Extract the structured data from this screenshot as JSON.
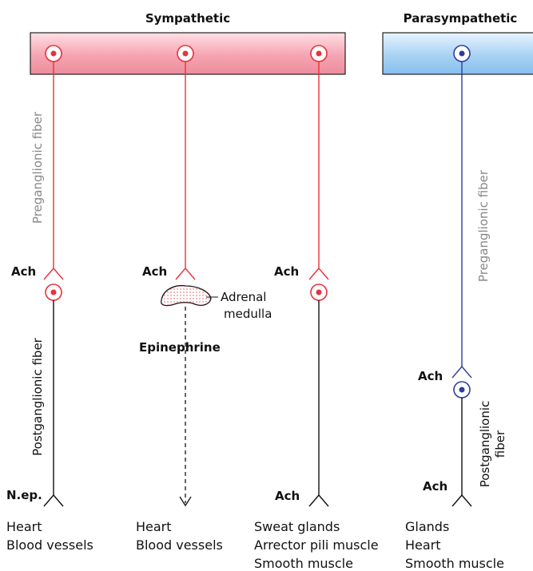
{
  "headers": {
    "sympathetic": "Sympathetic",
    "parasympathetic": "Parasympathetic"
  },
  "fiber_labels": {
    "sym_preganglionic": "Preganglionic fiber",
    "sym_postganglionic": "Postganglionic fiber",
    "para_preganglionic": "Preganglionic fiber",
    "para_post_line1": "Postganglionic",
    "para_post_line2": "fiber"
  },
  "neurotransmitters": {
    "sym1_pre": "Ach",
    "sym2_pre": "Ach",
    "sym3_pre": "Ach",
    "para_pre": "Ach",
    "sym1_post": "N.ep.",
    "sym3_post": "Ach",
    "para_post": "Ach"
  },
  "adrenal": {
    "line1": "Adrenal",
    "line2": "medulla",
    "hormone": "Epinephrine"
  },
  "targets": {
    "sym1": [
      "Heart",
      "Blood vessels"
    ],
    "sym2": [
      "Heart",
      "Blood vessels"
    ],
    "sym3": [
      "Sweat glands",
      "Arrector pili muscle",
      "Smooth muscle"
    ],
    "para": [
      "Glands",
      "Heart",
      "Smooth muscle"
    ]
  },
  "colors": {
    "sympathetic_fiber": "#e8323c",
    "parasympathetic_fiber": "#2e3d9a",
    "postganglionic_fiber": "#111111",
    "preganglionic_label": "#888888"
  }
}
